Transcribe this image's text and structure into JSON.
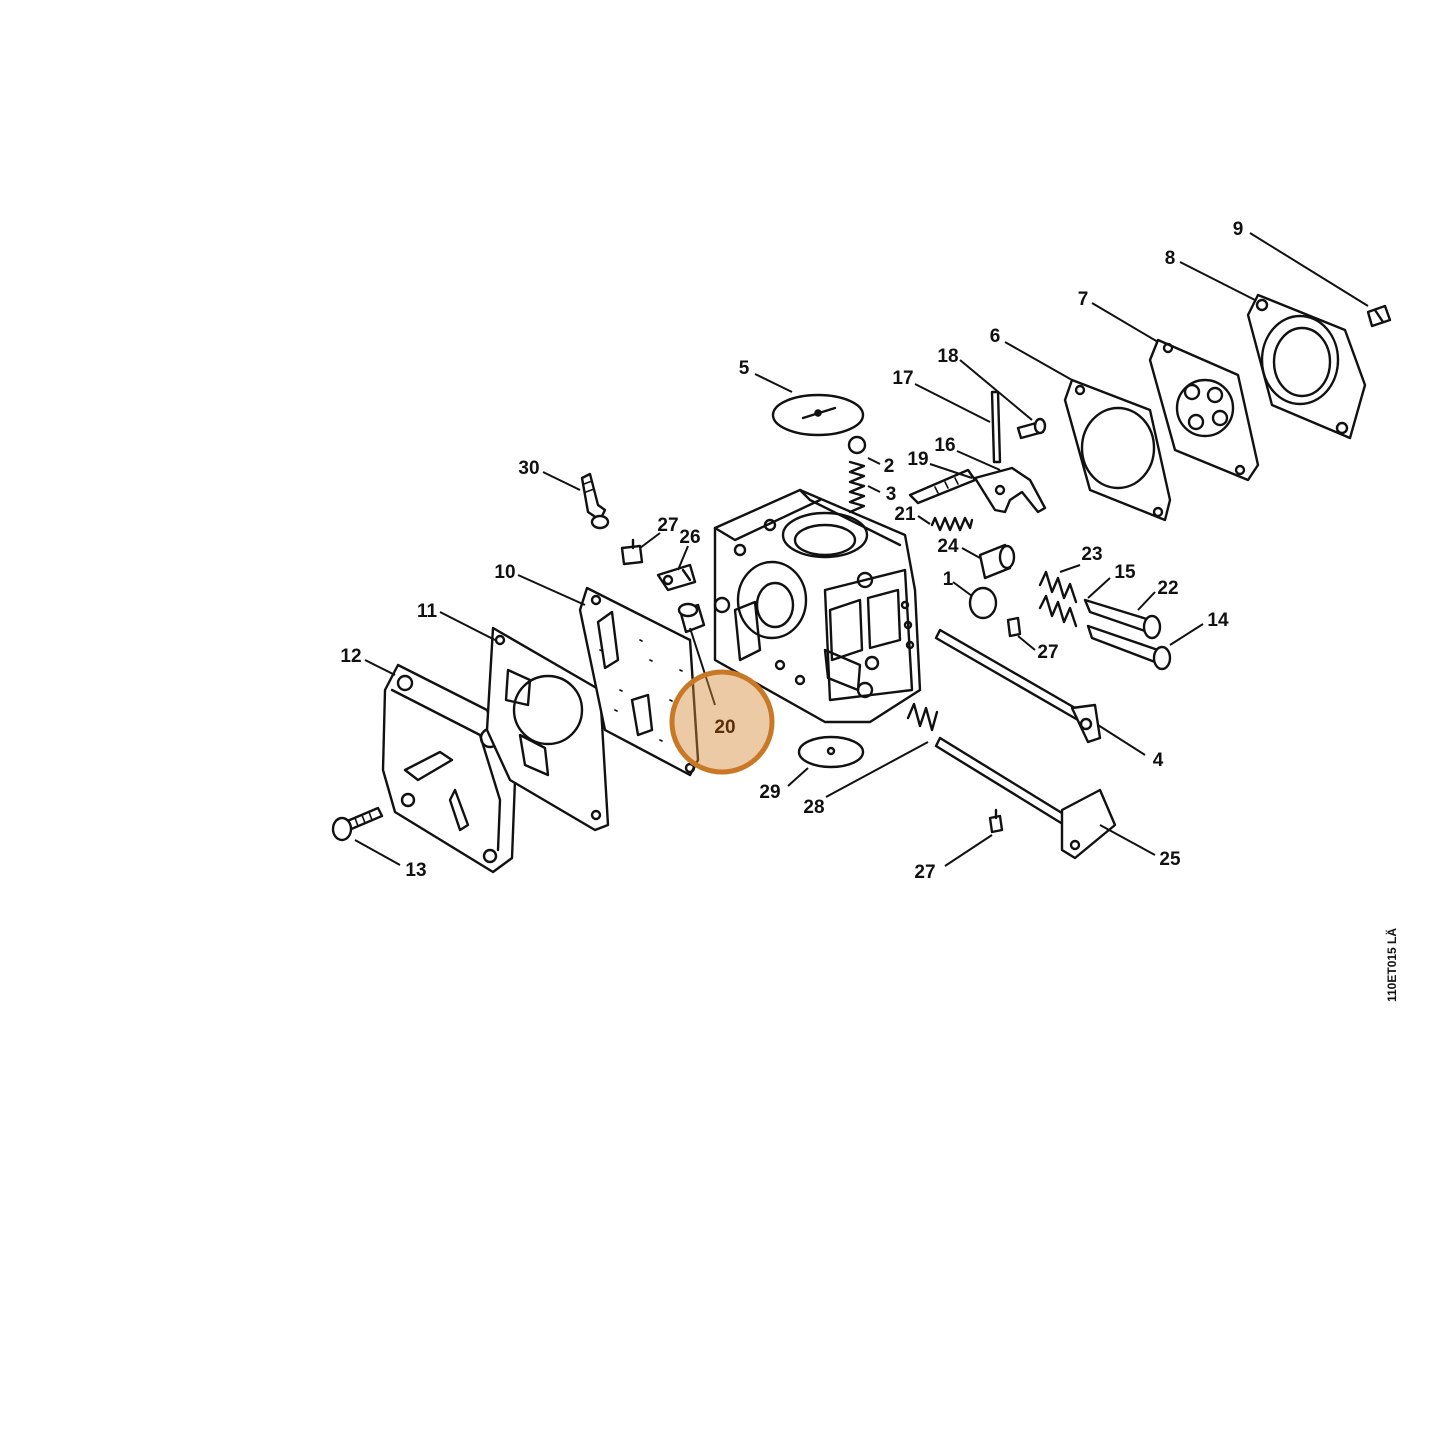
{
  "diagram": {
    "drawing_reference": "110ET015 LÄ",
    "highlighted_part": "20",
    "highlight_color": "#d88a3a",
    "labels": {
      "l1": "1",
      "l2": "2",
      "l3": "3",
      "l4": "4",
      "l5": "5",
      "l6": "6",
      "l7": "7",
      "l8": "8",
      "l9": "9",
      "l10": "10",
      "l11": "11",
      "l12": "12",
      "l13": "13",
      "l14": "14",
      "l15": "15",
      "l16": "16",
      "l17": "17",
      "l18": "18",
      "l19": "19",
      "l20": "20",
      "l21": "21",
      "l22": "22",
      "l23": "23",
      "l24": "24",
      "l25": "25",
      "l26": "26",
      "l27a": "27",
      "l27b": "27",
      "l27c": "27",
      "l28": "28",
      "l29": "29",
      "l30": "30"
    }
  }
}
